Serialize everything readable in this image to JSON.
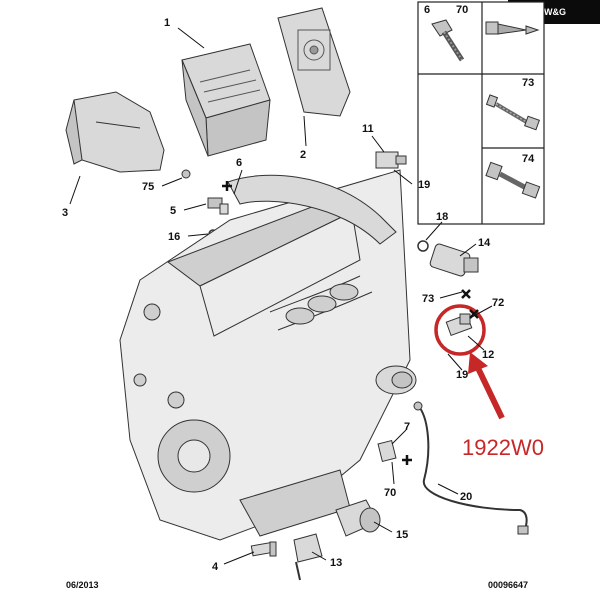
{
  "brand": {
    "text": "W&G",
    "logo": "wg-logo"
  },
  "callout": {
    "text": "1922W0",
    "color": "#c62828"
  },
  "footer": {
    "date": "06/2013",
    "ref": "00096647"
  },
  "labels": [
    {
      "id": "1",
      "text": "1"
    },
    {
      "id": "2",
      "text": "2"
    },
    {
      "id": "3",
      "text": "3"
    },
    {
      "id": "4",
      "text": "4"
    },
    {
      "id": "5",
      "text": "5"
    },
    {
      "id": "6",
      "text": "6"
    },
    {
      "id": "7",
      "text": "7"
    },
    {
      "id": "11",
      "text": "11"
    },
    {
      "id": "12",
      "text": "12"
    },
    {
      "id": "13",
      "text": "13"
    },
    {
      "id": "14",
      "text": "14"
    },
    {
      "id": "15",
      "text": "15"
    },
    {
      "id": "16",
      "text": "16"
    },
    {
      "id": "18",
      "text": "18"
    },
    {
      "id": "19a",
      "text": "19"
    },
    {
      "id": "19b",
      "text": "19"
    },
    {
      "id": "20",
      "text": "20"
    },
    {
      "id": "70",
      "text": "70"
    },
    {
      "id": "72",
      "text": "72"
    },
    {
      "id": "73",
      "text": "73"
    },
    {
      "id": "75",
      "text": "75"
    }
  ],
  "fastener_panel": {
    "cells": [
      {
        "labels": [
          "6",
          "70"
        ]
      },
      {
        "labels": []
      },
      {
        "labels": [
          "73"
        ]
      },
      {
        "labels": [
          "74"
        ]
      }
    ]
  }
}
